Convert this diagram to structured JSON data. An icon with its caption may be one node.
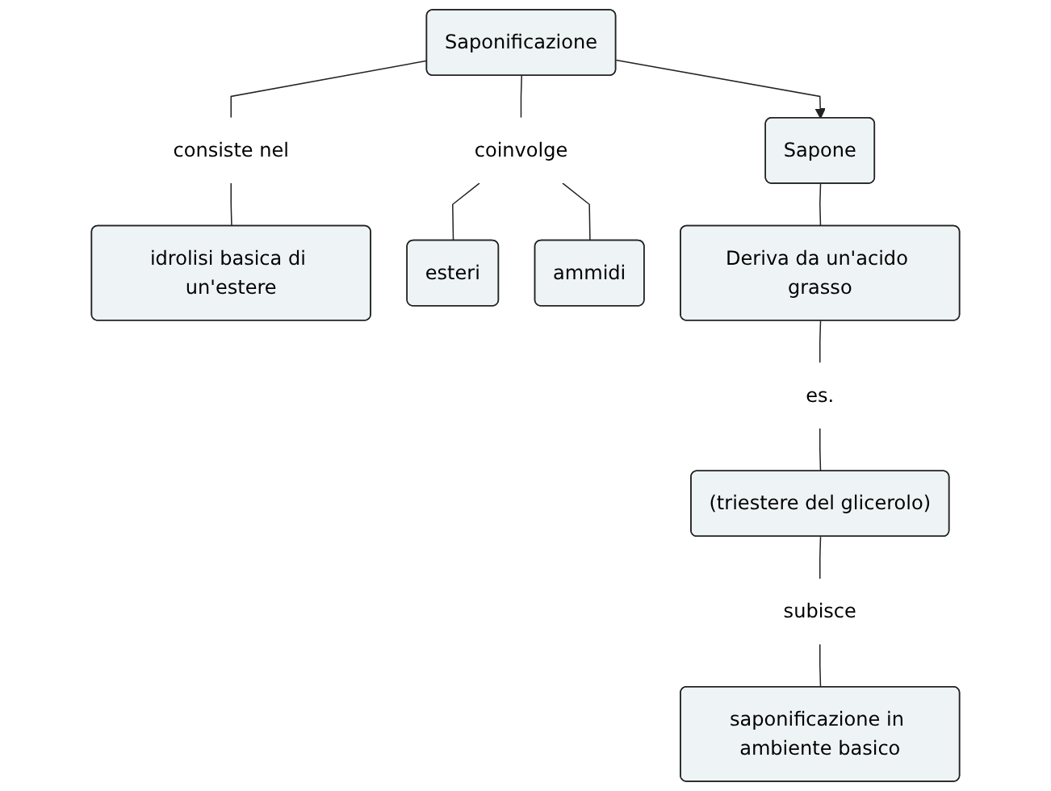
{
  "diagram": {
    "nodes": [
      {
        "text": [
          "Saponificazione"
        ]
      },
      {
        "text": [
          "consiste nel"
        ]
      },
      {
        "text": [
          "coinvolge"
        ]
      },
      {
        "text": [
          "Sapone"
        ]
      },
      {
        "text": [
          "idrolisi basica di un'estere"
        ]
      },
      {
        "text": [
          "esteri"
        ]
      },
      {
        "text": [
          "ammidi"
        ]
      },
      {
        "text": [
          "Deriva da un'acido grasso"
        ]
      },
      {
        "text": [
          "es."
        ]
      },
      {
        "text": [
          "(triestere del glicerolo)"
        ]
      },
      {
        "text": [
          "subisce"
        ]
      },
      {
        "text": [
          "saponificazione in ambiente basico"
        ]
      }
    ],
    "edges": [
      {
        "from": 0,
        "to": 1,
        "arrow": "none"
      },
      {
        "from": 1,
        "to": 4,
        "arrow": "none"
      },
      {
        "from": 0,
        "to": 2,
        "arrow": "none"
      },
      {
        "from": 2,
        "to": 5,
        "arrow": "none"
      },
      {
        "from": 2,
        "to": 6,
        "arrow": "none"
      },
      {
        "from": 0,
        "to": 3,
        "arrow": "to"
      },
      {
        "from": 3,
        "to": 7,
        "arrow": "none"
      },
      {
        "from": 7,
        "to": 8,
        "arrow": "none"
      },
      {
        "from": 8,
        "to": 9,
        "arrow": "none"
      },
      {
        "from": 9,
        "to": 10,
        "arrow": "none"
      },
      {
        "from": 10,
        "to": 11,
        "arrow": "none"
      }
    ]
  }
}
